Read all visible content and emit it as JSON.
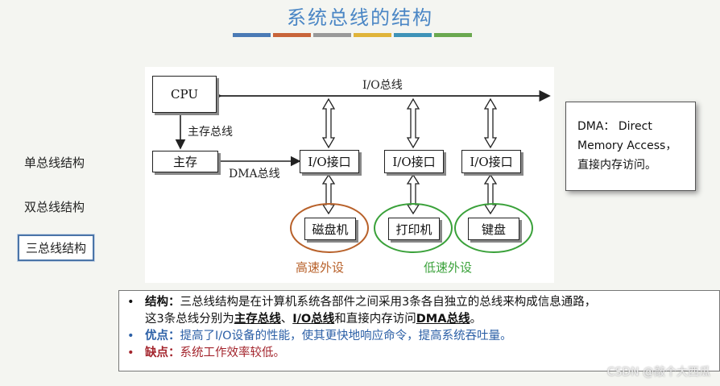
{
  "title": "系统总线的结构",
  "color_bar": [
    "#4a7ab5",
    "#c8643a",
    "#999999",
    "#e0b43a",
    "#3e93b8",
    "#6aa84f"
  ],
  "sidebar": {
    "items": [
      {
        "label": "单总线结构"
      },
      {
        "label": "双总线结构"
      },
      {
        "label": "三总线结构"
      }
    ]
  },
  "diagram": {
    "cpu": "CPU",
    "memory": "主存",
    "io_bus": "I/O总线",
    "memory_bus": "主存总线",
    "dma_bus": "DMA总线",
    "io_ports": [
      "I/O接口",
      "I/O接口",
      "I/O接口"
    ],
    "devices": [
      "磁盘机",
      "打印机",
      "键盘"
    ],
    "high_speed": "高速外设",
    "low_speed": "低速外设",
    "high_color": "#b8612a",
    "low_color": "#3aa13a"
  },
  "dma_note": {
    "line1": "DMA： Direct",
    "line2": "Memory Access，",
    "line3": "直接内存访问。"
  },
  "notes": {
    "structure_label": "结构：",
    "structure_text1": "三总线结构是在计算机系统各部件之间采用3条各自独立的总线来构成信息通路，",
    "structure_text2a": "这3条总线分别为",
    "structure_bus1": "主存总线",
    "structure_sep1": "、",
    "structure_bus2": "I/O总线",
    "structure_text2b": "和直接内存访问",
    "structure_bus3": "DMA总线",
    "structure_end": "。",
    "pro_label": "优点：",
    "pro_text": "提高了I/O设备的性能，使其更快地响应命令，提高系统吞吐量。",
    "con_label": "缺点：",
    "con_text": "系统工作效率较低。"
  },
  "watermark": "CSDN @敲个大西瓜"
}
